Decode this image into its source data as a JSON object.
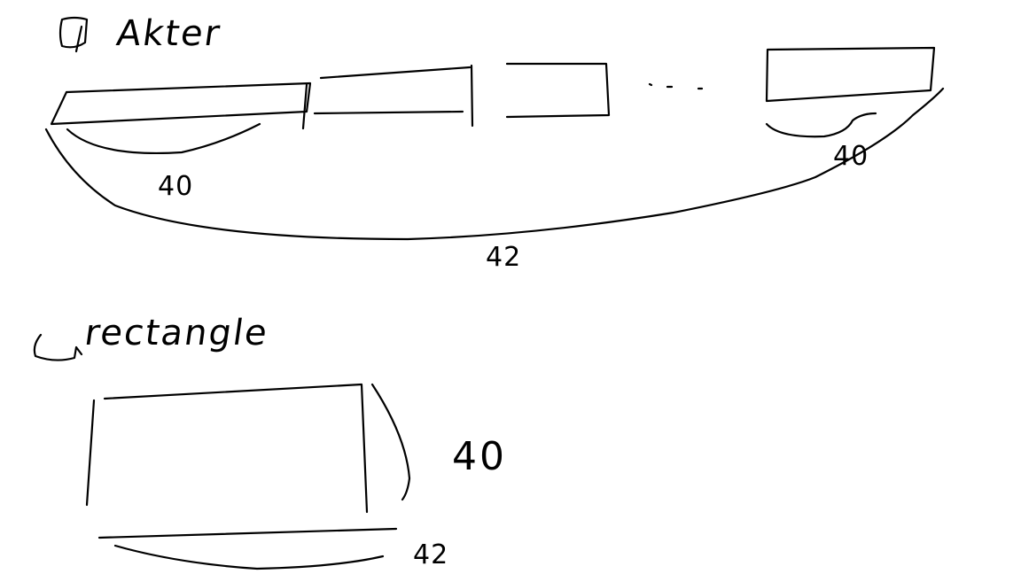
{
  "sketch": {
    "section_1": {
      "heading": "Akter",
      "labels": {
        "segment_width": "40",
        "last_segment_width": "40",
        "total_width": "42"
      },
      "ellipsis": ". . ."
    },
    "section_2": {
      "heading": "rectangle",
      "labels": {
        "height": "40",
        "width": "42"
      }
    }
  }
}
